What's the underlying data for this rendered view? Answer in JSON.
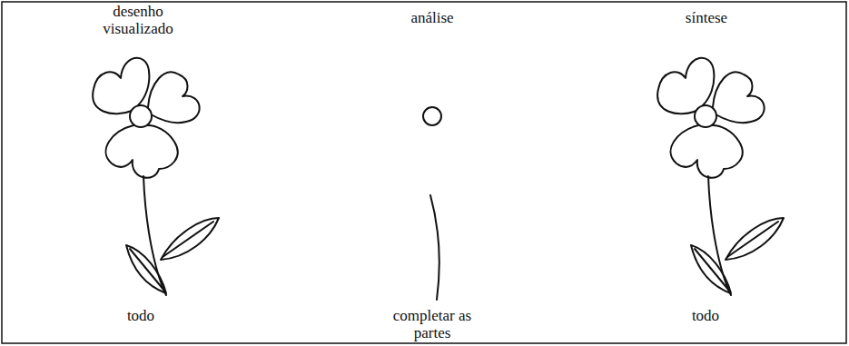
{
  "diagram": {
    "labels": [
      "desenho visualizado",
      "análise",
      "síntese",
      "todo",
      "completar as partes",
      "todo"
    ]
  }
}
